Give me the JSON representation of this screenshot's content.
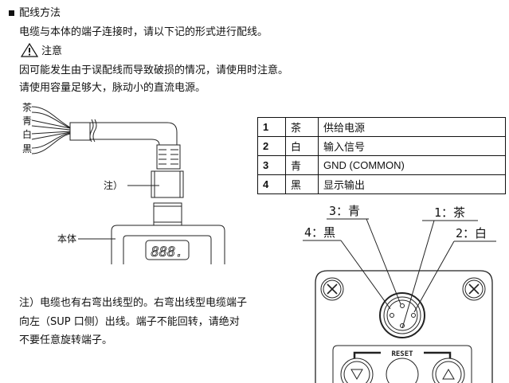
{
  "heading": "配线方法",
  "intro": "电缆与本体的端子连接时，请以下记的形式进行配线。",
  "caution": {
    "title": "注意",
    "line1": "因可能发生由于误配线而导致破损的情况，请使用时注意。",
    "line2": "请使用容量足够大，脉动小的直流电源。"
  },
  "wire_diagram": {
    "wires": [
      "茶",
      "青",
      "白",
      "黒"
    ],
    "note_label": "注）",
    "body_label": "本体",
    "display": "888."
  },
  "pin_table": [
    {
      "pin": "1",
      "color": "茶",
      "function": "供给电源"
    },
    {
      "pin": "2",
      "color": "白",
      "function": "输入信号"
    },
    {
      "pin": "3",
      "color": "青",
      "function": "GND (COMMON)"
    },
    {
      "pin": "4",
      "color": "黑",
      "function": "显示输出"
    }
  ],
  "connector_diagram": {
    "pin1": "1：茶",
    "pin2": "2：白",
    "pin3": "3：青",
    "pin4": "4：黒",
    "reset": "RESET"
  },
  "footnote": {
    "line1": "注）电缆也有右弯出线型的。右弯出线型电缆端子",
    "line2": "向左（SUP 口侧）出线。端子不能回转，请绝对",
    "line3": "不要任意旋转端子。"
  }
}
